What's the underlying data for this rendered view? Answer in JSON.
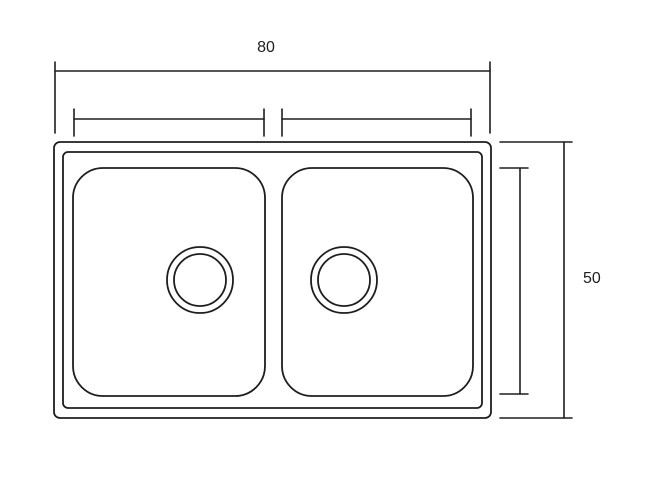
{
  "dimensions": {
    "width_label": "80",
    "height_label": "50"
  },
  "sink": {
    "bowl_count": 2
  }
}
